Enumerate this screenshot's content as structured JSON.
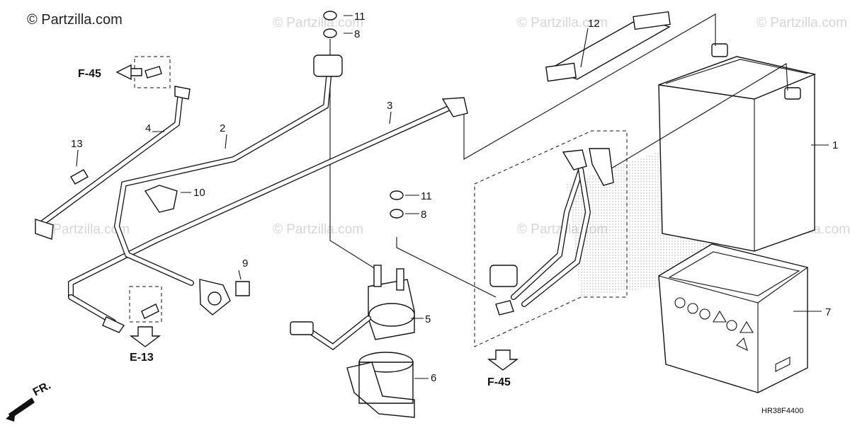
{
  "watermark": {
    "main": "© Partzilla.com",
    "faint": "© Partzilla.com"
  },
  "diagram_code": "HR38F4400",
  "orientation_label": "FR.",
  "references": {
    "f45_top": "F-45",
    "e13": "E-13",
    "f45_bottom": "F-45"
  },
  "callouts": {
    "c1": "1",
    "c2": "2",
    "c3": "3",
    "c4": "4",
    "c5": "5",
    "c6": "6",
    "c7": "7",
    "c8a": "8",
    "c8b": "8",
    "c9": "9",
    "c10": "10",
    "c11a": "11",
    "c11b": "11",
    "c12": "12",
    "c13": "13"
  }
}
